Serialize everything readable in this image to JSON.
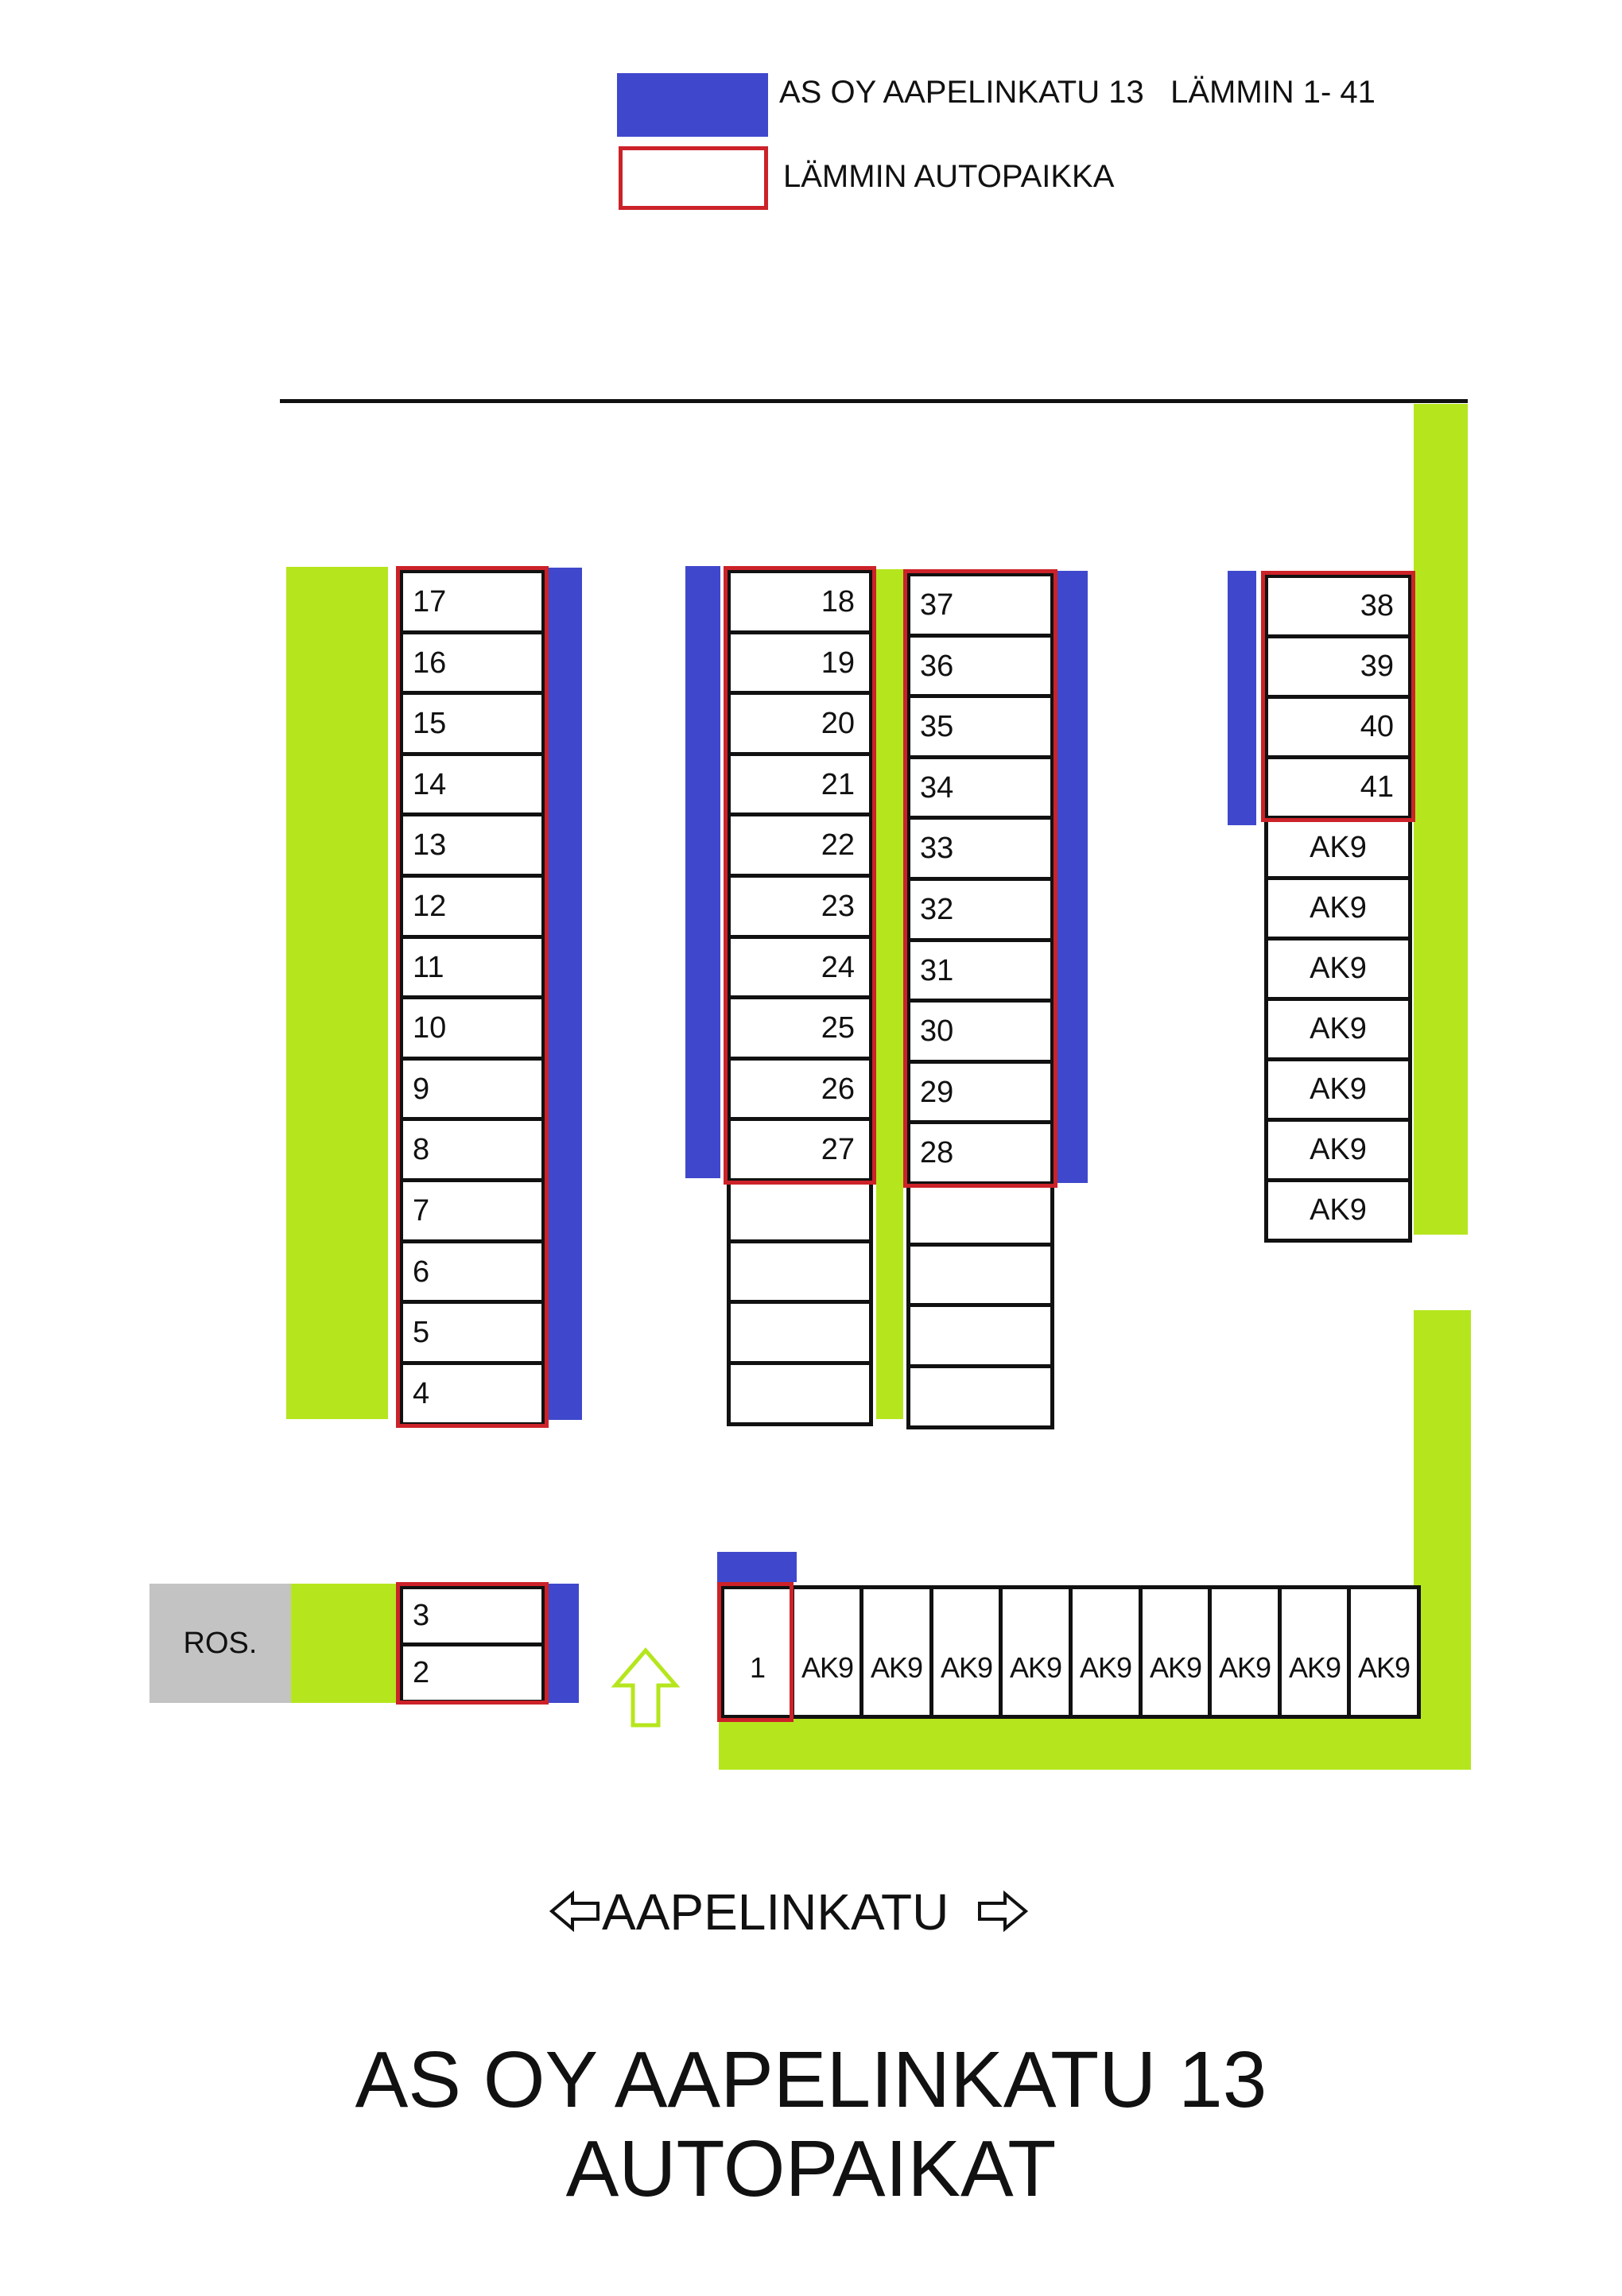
{
  "colors": {
    "blue": "#3f48cc",
    "green": "#b5e61d",
    "red": "#cc2229",
    "grey": "#c3c3c3",
    "black": "#111111"
  },
  "legend": {
    "blue_label": "AS OY AAPELINKATU 13   LÄMMIN 1- 41",
    "red_label": "LÄMMIN AUTOPAIKKA"
  },
  "rows": {
    "left": [
      "17",
      "16",
      "15",
      "14",
      "13",
      "12",
      "11",
      "10",
      "9",
      "8",
      "7",
      "6",
      "5",
      "4"
    ],
    "center_left": [
      "18",
      "19",
      "20",
      "21",
      "22",
      "23",
      "24",
      "25",
      "26",
      "27",
      "",
      "",
      "",
      ""
    ],
    "center_right": [
      "37",
      "36",
      "35",
      "34",
      "33",
      "32",
      "31",
      "30",
      "29",
      "28",
      "",
      "",
      "",
      ""
    ],
    "right": [
      "38",
      "39",
      "40",
      "41",
      "AK9",
      "AK9",
      "AK9",
      "AK9",
      "AK9",
      "AK9",
      "AK9"
    ],
    "bottom_left": [
      "3",
      "2"
    ],
    "bottom": [
      "1",
      "AK9",
      "AK9",
      "AK9",
      "AK9",
      "AK9",
      "AK9",
      "AK9",
      "AK9",
      "AK9"
    ]
  },
  "labels": {
    "ros": "ROS.",
    "street": "AAPELINKATU"
  },
  "title": {
    "line1": "AS OY AAPELINKATU 13",
    "line2": "AUTOPAIKAT"
  },
  "icons": [
    "entrance-arrow-up-icon",
    "arrow-left-icon",
    "arrow-right-icon"
  ]
}
